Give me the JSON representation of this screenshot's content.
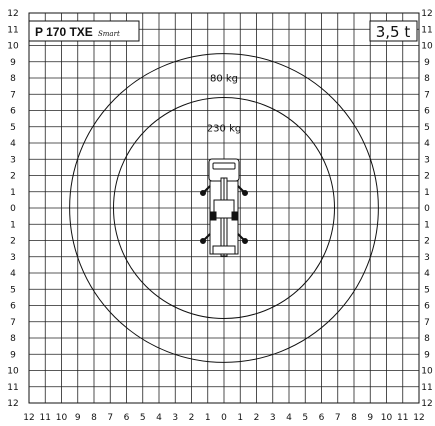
{
  "title": {
    "model": "P 170 TXE",
    "variant": "Smart",
    "capacity": "3,5 t"
  },
  "load_zones": [
    {
      "label": "80 kg",
      "radius_m": 9.5
    },
    {
      "label": "230 kg",
      "radius_m": 6.8
    }
  ],
  "chart_data": {
    "type": "diagram",
    "x_range": [
      -12,
      12
    ],
    "y_range": [
      -12,
      12
    ],
    "grid": true,
    "y_tick_labels": [
      "12",
      "11",
      "10",
      "9",
      "8",
      "7",
      "6",
      "5",
      "4",
      "3",
      "2",
      "1",
      "0",
      "1",
      "2",
      "3",
      "4",
      "5",
      "6",
      "7",
      "8",
      "9",
      "10",
      "11",
      "12"
    ],
    "x_tick_labels": [
      "12",
      "11",
      "10",
      "9",
      "8",
      "7",
      "6",
      "5",
      "4",
      "3",
      "2",
      "1",
      "0",
      "1",
      "2",
      "3",
      "4",
      "5",
      "6",
      "7",
      "8",
      "9",
      "10",
      "11",
      "12"
    ]
  }
}
